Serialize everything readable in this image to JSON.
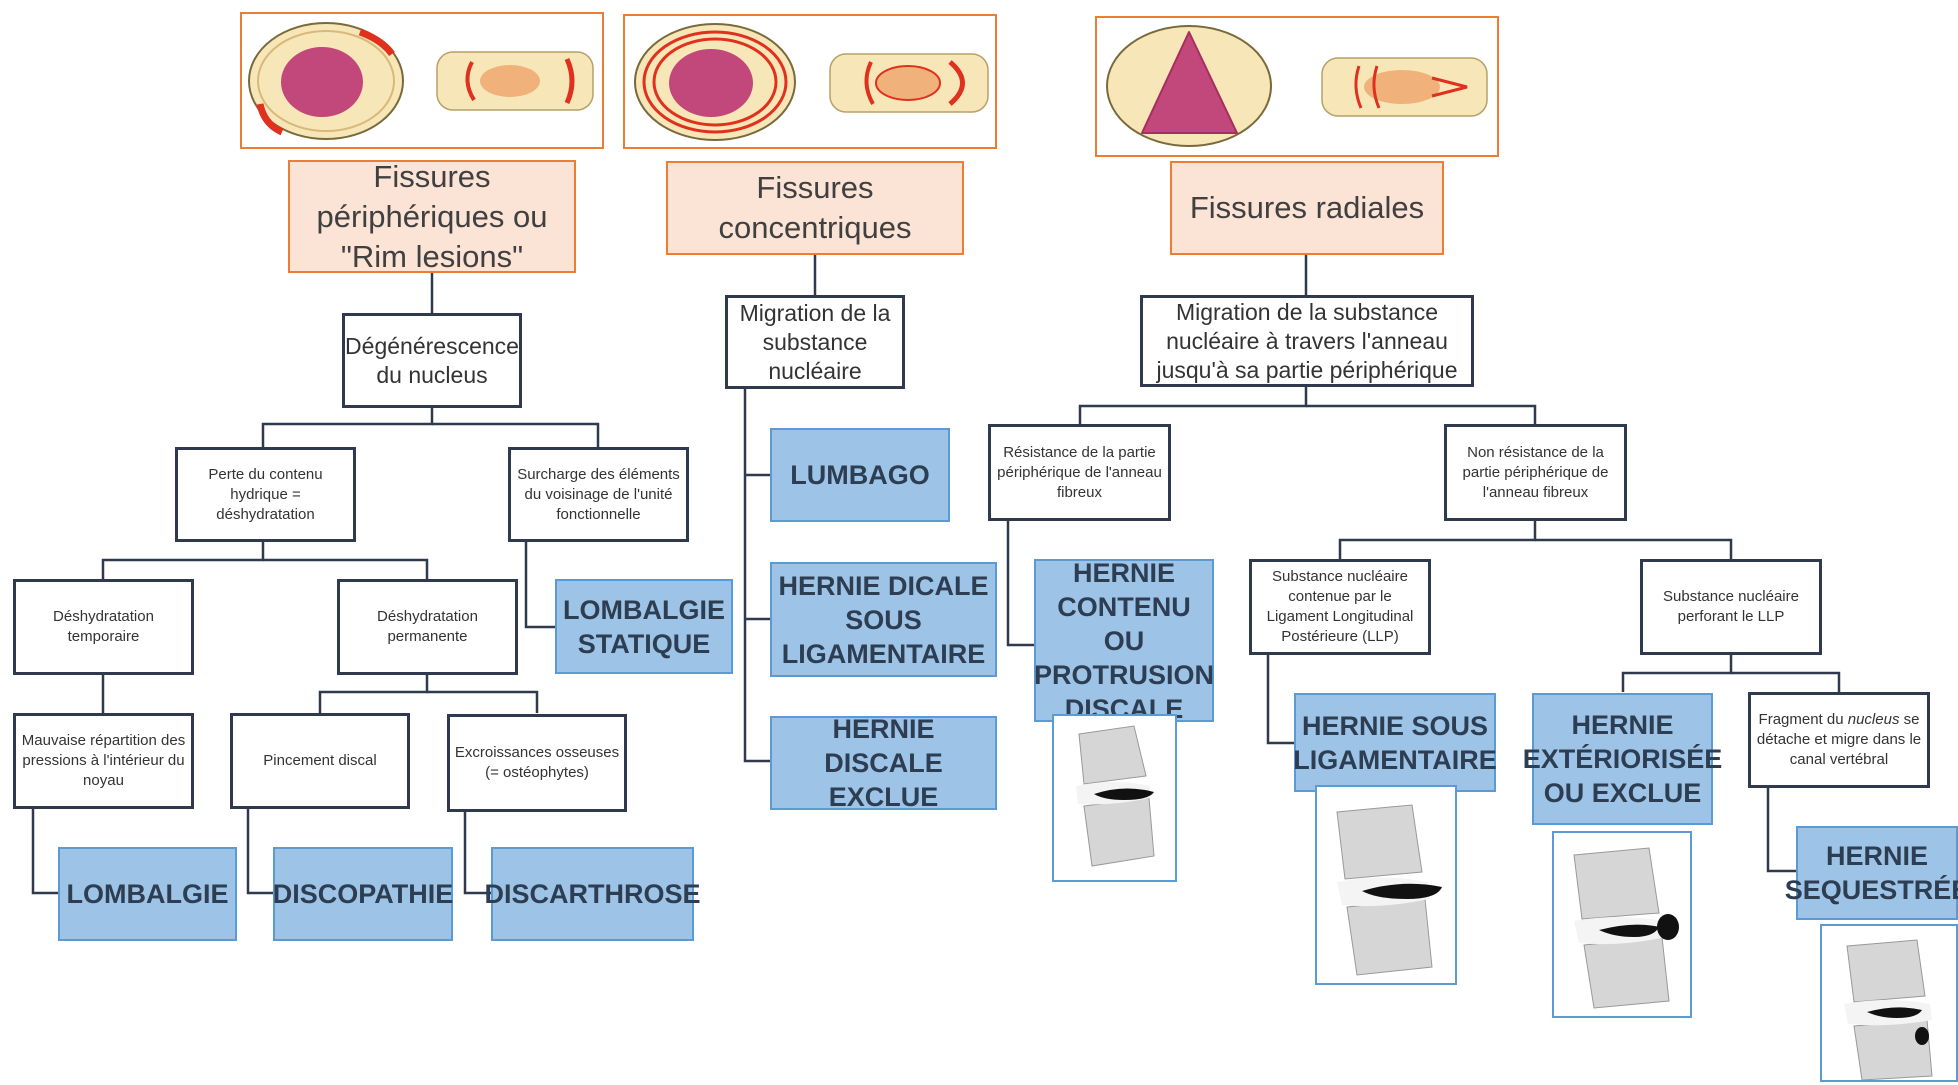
{
  "categories": {
    "rim": {
      "title": "Fissures\npériphériques ou\n\"Rim lesions\""
    },
    "concentric": {
      "title": "Fissures\nconcentriques"
    },
    "radial": {
      "title": "Fissures radiales"
    }
  },
  "nodes": {
    "degenerescence": "Dégénérescence\ndu nucleus",
    "migration_concentric": "Migration de la\nsubstance\nnucléaire",
    "migration_radial": "Migration de la substance\nnucléaire à travers l'anneau\njusqu'à sa partie périphérique",
    "perte_contenu": "Perte du contenu\nhydrique =\ndéshydratation",
    "surcharge": "Surcharge des éléments\ndu voisinage de l'unité\nfonctionnelle",
    "deshydratation_temporaire": "Déshydratation\ntemporaire",
    "deshydratation_permanente": "Déshydratation\npermanente",
    "mauvaise_repartition": "Mauvaise répartition des\npressions à l'intérieur du\nnoyau",
    "pincement": "Pincement discal",
    "excroissances": "Excroissances osseuses\n(= ostéophytes)",
    "resistance": "Résistance de la partie\npériphérique de l'anneau\nfibreux",
    "non_resistance": "Non résistance de la\npartie périphérique de\nl'anneau fibreux",
    "contenue_llp": "Substance nucléaire\ncontenue par le\nLigament Longitudinal\nPostérieure (LLP)",
    "perforant_llp": "Substance nucléaire\nperforant le LLP",
    "fragment": {
      "part1": "Fragment du ",
      "italic": "nucleus",
      "part2": " se\ndétache et migre dans le\ncanal vertébral"
    }
  },
  "outcomes": {
    "lombalgie_statique": "LOMBALGIE\nSTATIQUE",
    "lombalgie": "LOMBALGIE",
    "discopathie": "DISCOPATHIE",
    "discarthrose": "DISCARTHROSE",
    "lumbago": "LUMBAGO",
    "hernie_sous_lig_1": "HERNIE DICALE\nSOUS\nLIGAMENTAIRE",
    "hernie_exclue_1": "HERNIE DISCALE\nEXCLUE",
    "hernie_contenu": "HERNIE\nCONTENU OU\nPROTRUSION\nDISCALE",
    "hernie_sous_lig_2": "HERNIE SOUS\nLIGAMENTAIRE",
    "hernie_exteriorisee": "HERNIE\nEXTÉRIORISÉE\nOU EXCLUE",
    "hernie_sequestree": "HERNIE\nSEQUESTRÉE"
  },
  "colors": {
    "header_fill": "#fbe3d6",
    "header_border": "#ed7d31",
    "outcome_fill": "#9dc3e6",
    "outcome_border": "#5b9bd5",
    "node_border": "#2f3a4f",
    "nucleus": "#c2477a",
    "fissure": "#e0301e",
    "annulus": "#f7e7b8"
  },
  "icons": {
    "disc_illustrations": [
      "disc-rim-lesion-illustration",
      "disc-concentric-fissure-illustration",
      "disc-radial-fissure-illustration"
    ],
    "xray_illustrations": [
      "hernia-contained-xray",
      "hernia-subligamentous-xray",
      "hernia-extruded-xray",
      "hernia-sequestered-xray"
    ]
  }
}
